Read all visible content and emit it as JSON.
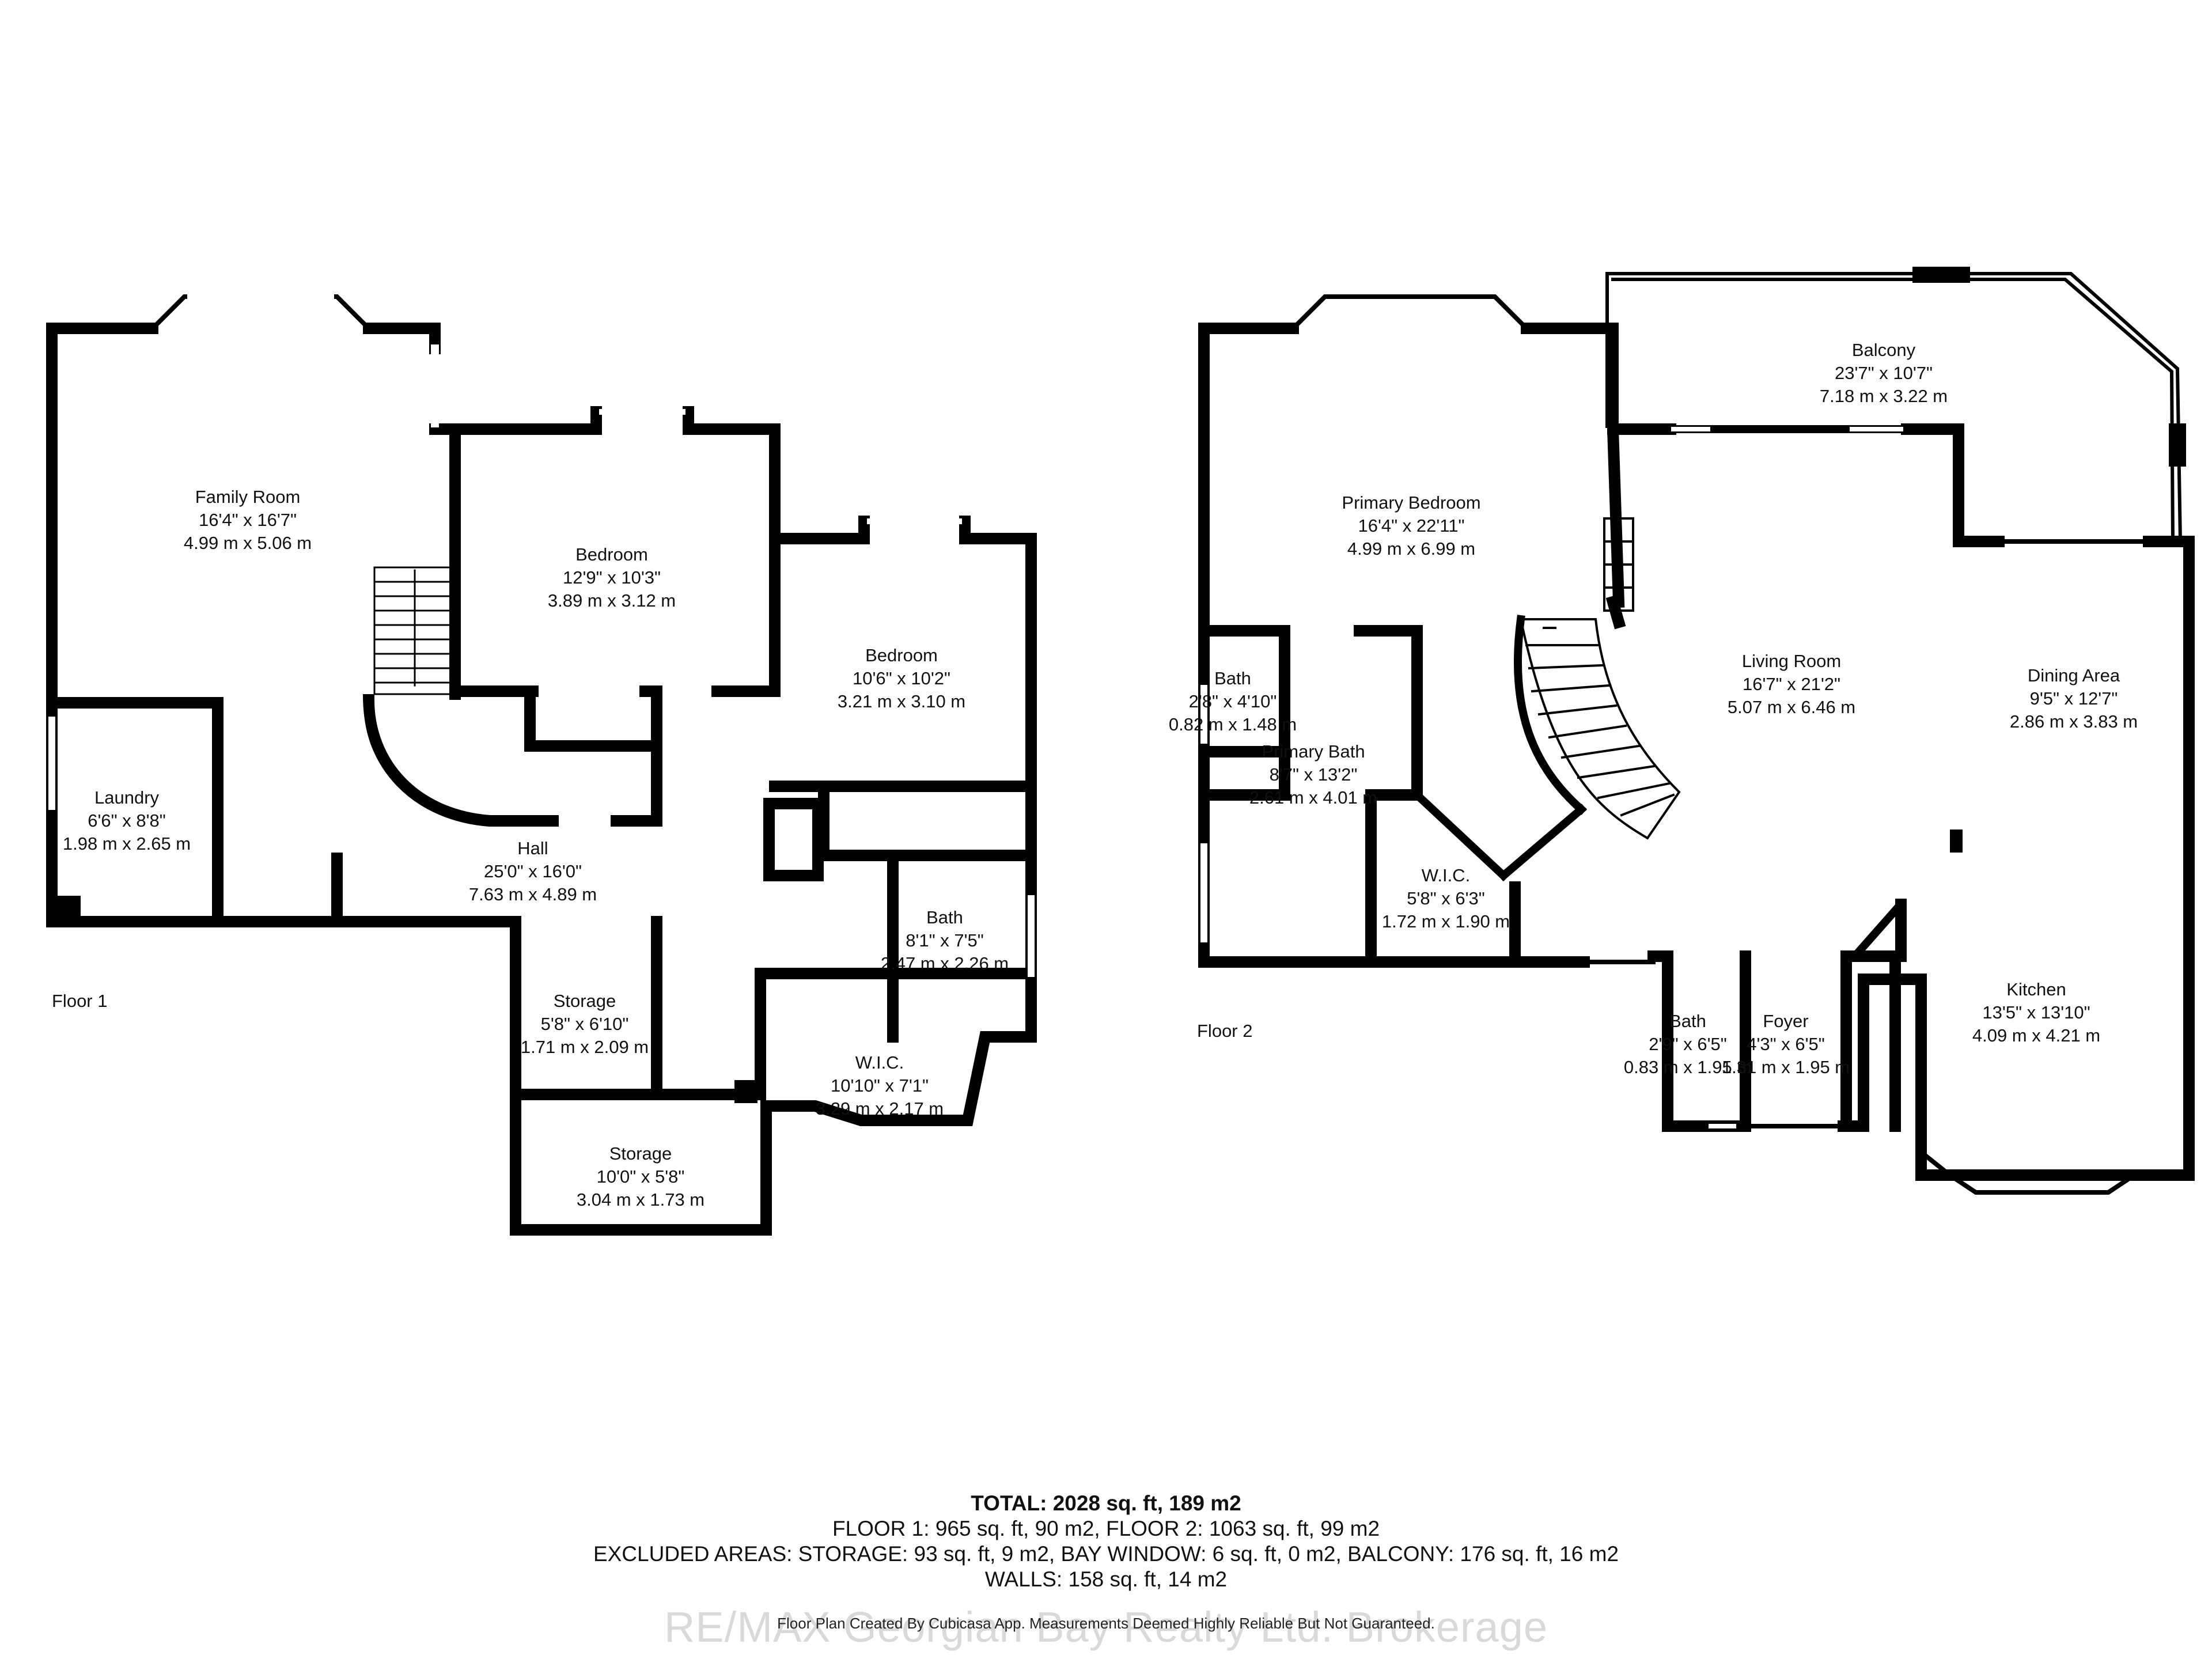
{
  "floors": [
    {
      "label": "Floor 1",
      "rooms": [
        {
          "id": "family-room",
          "name": "Family Room",
          "imperial": "16'4\" x 16'7\"",
          "metric": "4.99 m x 5.06 m"
        },
        {
          "id": "bedroom-a",
          "name": "Bedroom",
          "imperial": "12'9\" x 10'3\"",
          "metric": "3.89 m x 3.12 m"
        },
        {
          "id": "bedroom-b",
          "name": "Bedroom",
          "imperial": "10'6\" x 10'2\"",
          "metric": "3.21 m x 3.10 m"
        },
        {
          "id": "laundry",
          "name": "Laundry",
          "imperial": "6'6\" x 8'8\"",
          "metric": "1.98 m x 2.65 m"
        },
        {
          "id": "hall",
          "name": "Hall",
          "imperial": "25'0\" x 16'0\"",
          "metric": "7.63 m x 4.89 m"
        },
        {
          "id": "bath-1",
          "name": "Bath",
          "imperial": "8'1\" x 7'5\"",
          "metric": "2.47 m x 2.26 m"
        },
        {
          "id": "storage-a",
          "name": "Storage",
          "imperial": "5'8\" x 6'10\"",
          "metric": "1.71 m x 2.09 m"
        },
        {
          "id": "wic-1",
          "name": "W.I.C.",
          "imperial": "10'10\" x 7'1\"",
          "metric": "3.29 m x 2.17 m"
        },
        {
          "id": "storage-b",
          "name": "Storage",
          "imperial": "10'0\" x 5'8\"",
          "metric": "3.04 m x 1.73 m"
        }
      ]
    },
    {
      "label": "Floor 2",
      "rooms": [
        {
          "id": "balcony",
          "name": "Balcony",
          "imperial": "23'7\" x 10'7\"",
          "metric": "7.18 m x 3.22 m"
        },
        {
          "id": "primary-bedroom",
          "name": "Primary Bedroom",
          "imperial": "16'4\" x 22'11\"",
          "metric": "4.99 m x 6.99 m"
        },
        {
          "id": "living-room",
          "name": "Living Room",
          "imperial": "16'7\" x 21'2\"",
          "metric": "5.07 m x 6.46 m"
        },
        {
          "id": "dining-area",
          "name": "Dining Area",
          "imperial": "9'5\" x 12'7\"",
          "metric": "2.86 m x 3.83 m"
        },
        {
          "id": "bath-small",
          "name": "Bath",
          "imperial": "2'8\" x 4'10\"",
          "metric": "0.82 m x 1.48 m"
        },
        {
          "id": "primary-bath",
          "name": "Primary Bath",
          "imperial": "8'7\" x 13'2\"",
          "metric": "2.61 m x 4.01 m"
        },
        {
          "id": "wic-2",
          "name": "W.I.C.",
          "imperial": "5'8\" x 6'3\"",
          "metric": "1.72 m x 1.90 m"
        },
        {
          "id": "bath-2",
          "name": "Bath",
          "imperial": "2'9\" x 6'5\"",
          "metric": "0.83 m x 1.95 m"
        },
        {
          "id": "foyer",
          "name": "Foyer",
          "imperial": "4'3\" x 6'5\"",
          "metric": "1.31 m x 1.95 m"
        },
        {
          "id": "kitchen",
          "name": "Kitchen",
          "imperial": "13'5\" x 13'10\"",
          "metric": "4.09 m x 4.21 m"
        }
      ]
    }
  ],
  "summary": {
    "total": "TOTAL: 2028 sq. ft, 189 m2",
    "floors_line": "FLOOR 1: 965 sq. ft, 90 m2, FLOOR 2: 1063 sq. ft, 99 m2",
    "excluded_line": "EXCLUDED AREAS: STORAGE: 93 sq. ft, 9 m2, BAY WINDOW: 6 sq. ft, 0 m2, BALCONY: 176 sq. ft, 16 m2",
    "walls_line": "WALLS: 158 sq. ft, 14 m2"
  },
  "credit": "Floor Plan Created By Cubicasa App. Measurements Deemed Highly Reliable But Not Guaranteed.",
  "watermark": "RE/MAX Georgian Bay Realty Ltd. Brokerage",
  "colors": {
    "wall": "#000000",
    "window": "#ffffff",
    "background": "#ffffff"
  }
}
